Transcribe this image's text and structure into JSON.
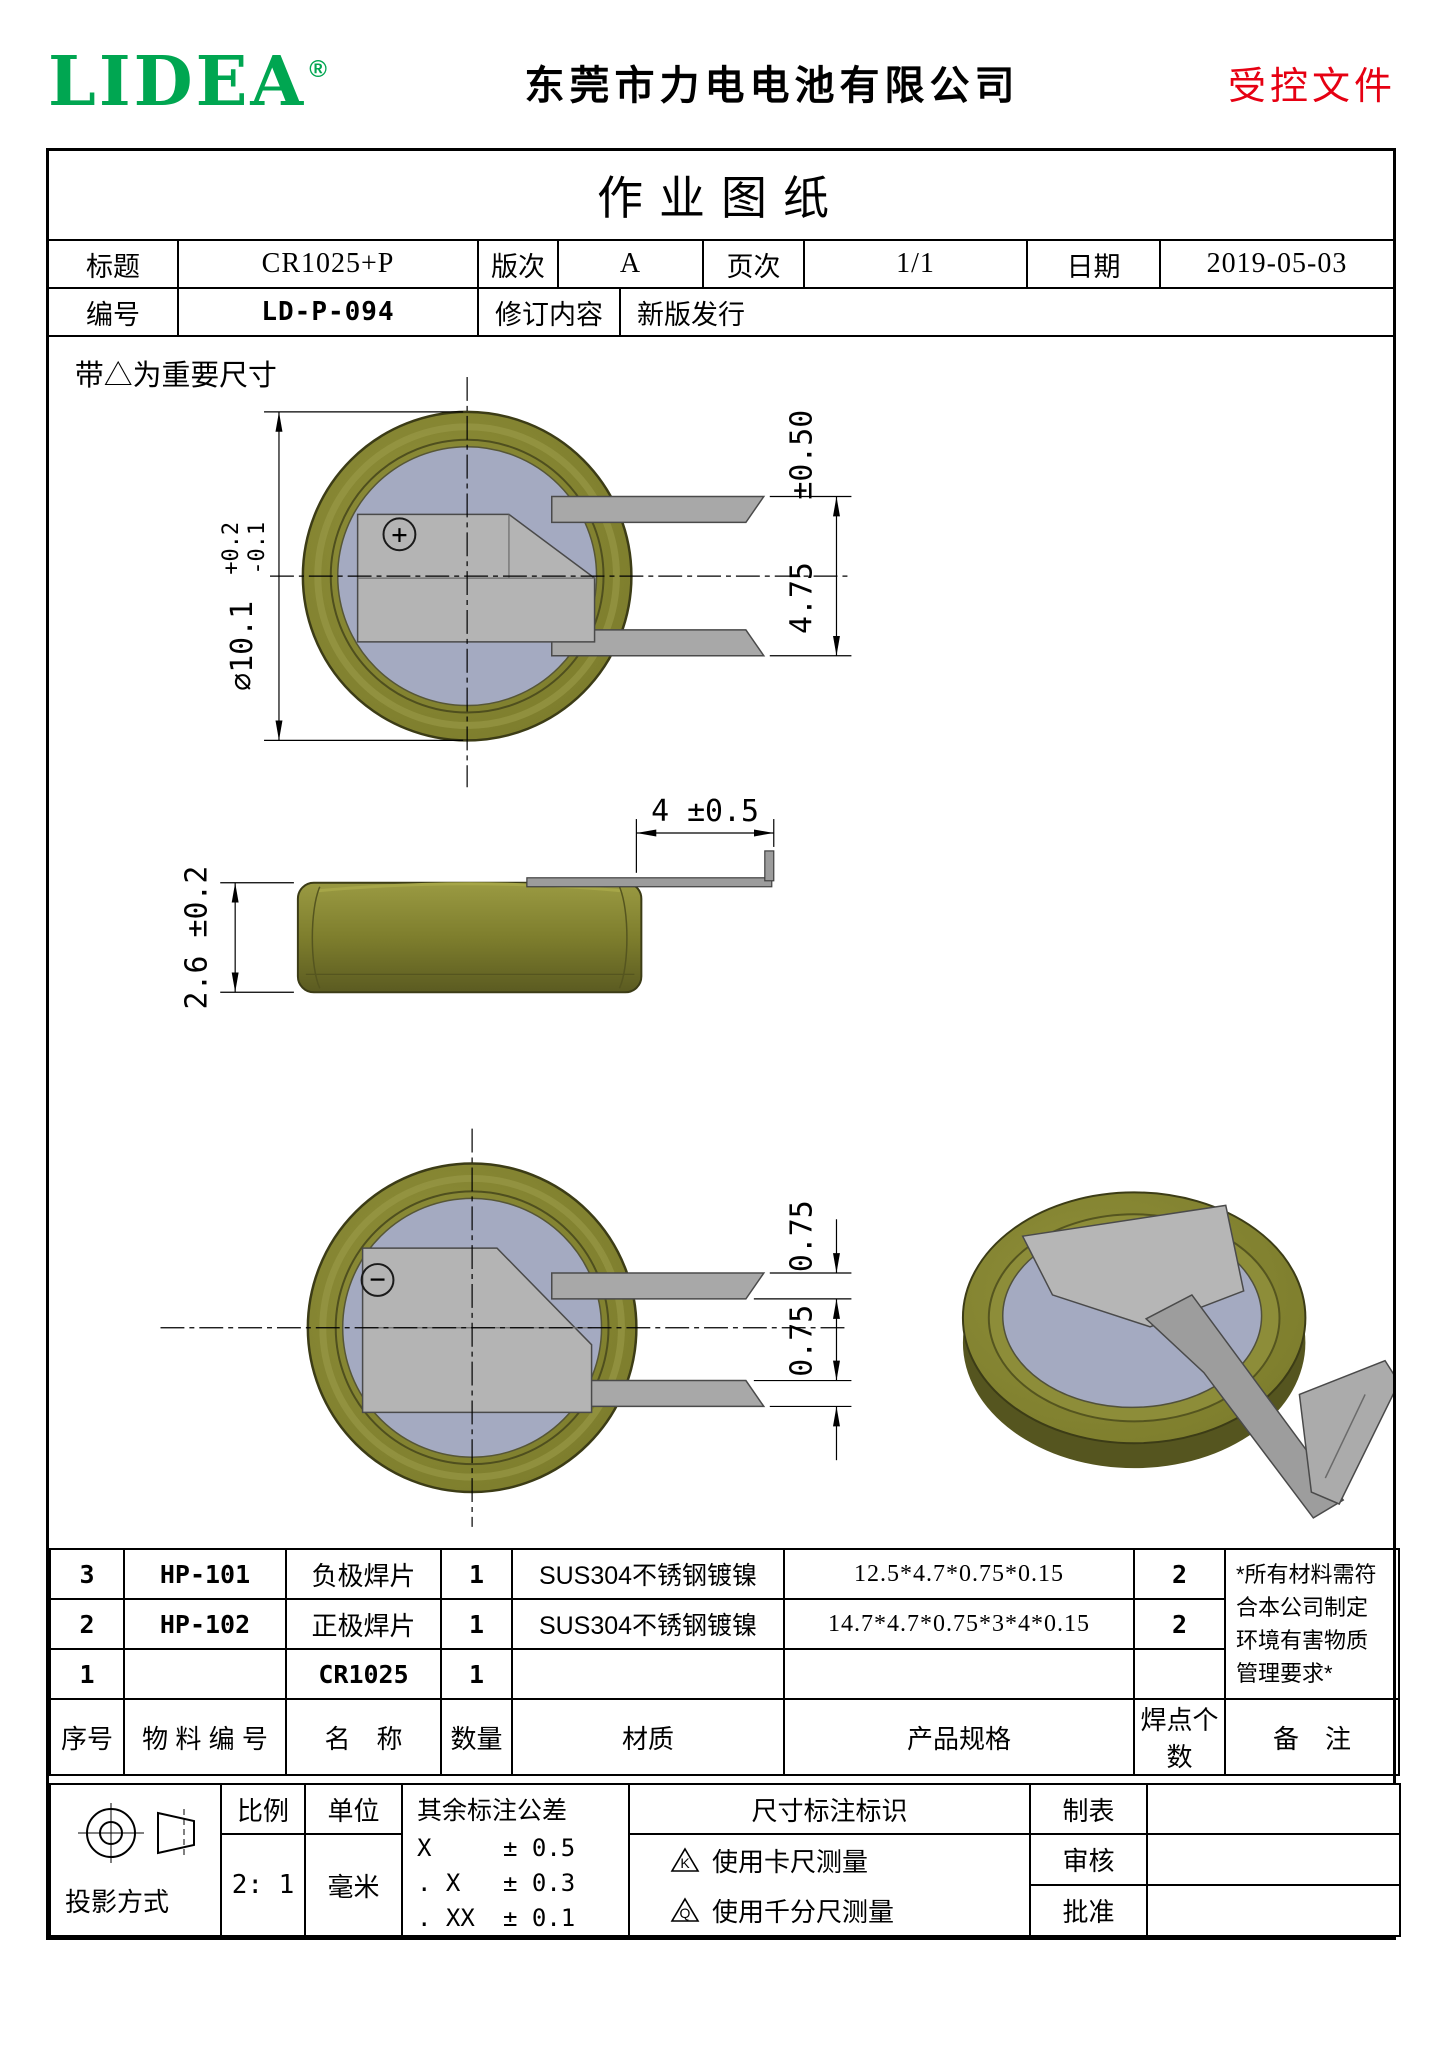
{
  "colors": {
    "brand_green": "#00a651",
    "controlled_red": "#e60012",
    "battery_can_olive": "#7e7e2d",
    "battery_face_blue_gray": "#a4aac1",
    "solder_tab_gray": "#a8a8a8"
  },
  "header": {
    "logo_text": "LIDEA",
    "logo_reg": "®",
    "company_name": "东莞市力电电池有限公司",
    "controlled_doc_stamp": "受控文件"
  },
  "sheet": {
    "title": "作业图纸",
    "fields": {
      "title_label": "标题",
      "title_value": "CR1025+P",
      "revision_label": "版次",
      "revision_value": "A",
      "page_label": "页次",
      "page_value": "1/1",
      "date_label": "日期",
      "date_value": "2019-05-03",
      "number_label": "编号",
      "number_value": "LD-P-094",
      "change_label": "修订内容",
      "change_value": "新版发行"
    }
  },
  "drawing": {
    "note": "带△为重要尺寸",
    "top_view": {
      "polarity": "+",
      "diameter": "∅10.1",
      "diameter_tol_plus": "+0.2",
      "diameter_tol_minus": "-0.1",
      "pin_span": "4.75",
      "pin_span_tol": "±0.50"
    },
    "side_view": {
      "height": "2.6 ±0.2",
      "pin_length": "4 ±0.5"
    },
    "bottom_view": {
      "polarity": "−",
      "pin_width_upper": "0.75",
      "pin_width_lower": "0.75"
    }
  },
  "parts": {
    "rows": [
      {
        "no": "3",
        "part_no": "HP-101",
        "name": "负极焊片",
        "qty": "1",
        "material": "SUS304不锈钢镀镍",
        "spec": "12.5*4.7*0.75*0.15",
        "solder_points": "2"
      },
      {
        "no": "2",
        "part_no": "HP-102",
        "name": "正极焊片",
        "qty": "1",
        "material": "SUS304不锈钢镀镍",
        "spec": "14.7*4.7*0.75*3*4*0.15",
        "solder_points": "2"
      },
      {
        "no": "1",
        "part_no": "",
        "name": "CR1025",
        "qty": "1",
        "material": "",
        "spec": "",
        "solder_points": ""
      }
    ],
    "remark_note": "*所有材料需符合本公司制定环境有害物质管理要求*",
    "headers": {
      "no": "序号",
      "part_no": "物 料 编 号",
      "name": "名　称",
      "qty": "数量",
      "material": "材质",
      "spec": "产品规格",
      "solder_points": "焊点个数",
      "remark": "备　注"
    }
  },
  "footer": {
    "projection_label": "投影方式",
    "scale_label": "比例",
    "scale_value": "2: 1",
    "unit_label": "单位",
    "unit_value": "毫米",
    "tolerance_title": "其余标注公差",
    "tolerances": [
      {
        "digits": "X",
        "tol": "± 0.5"
      },
      {
        "digits": ". X",
        "tol": "± 0.3"
      },
      {
        "digits": ". XX",
        "tol": "± 0.1"
      }
    ],
    "dim_mark_title": "尺寸标注标识",
    "dim_marks": [
      {
        "letter": "K",
        "text": "使用卡尺测量"
      },
      {
        "letter": "Q",
        "text": "使用千分尺测量"
      }
    ],
    "sign_labels": {
      "prepared": "制表",
      "reviewed": "审核",
      "approved": "批准"
    }
  }
}
